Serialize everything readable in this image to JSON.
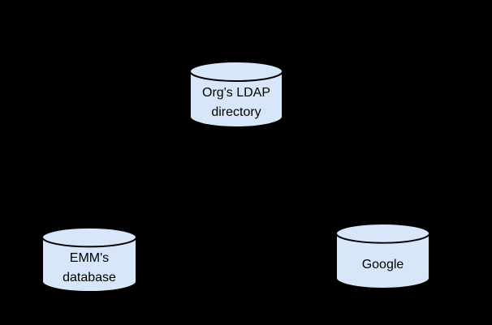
{
  "diagram": {
    "description": "Database sync diagram with three database cylinders on a black background",
    "background_color": "#000000",
    "shape_fill_color": "#d8e6fa",
    "shape_stroke_color": "#000000",
    "text_color": "#000000",
    "nodes": [
      {
        "id": "org-ldap-directory",
        "shape": "database-cylinder",
        "label_lines": [
          "Org's LDAP",
          "directory"
        ]
      },
      {
        "id": "emm-database",
        "shape": "database-cylinder",
        "label_lines": [
          "EMM's",
          "database"
        ]
      },
      {
        "id": "google",
        "shape": "database-cylinder",
        "label_lines": [
          "Google"
        ]
      }
    ]
  }
}
